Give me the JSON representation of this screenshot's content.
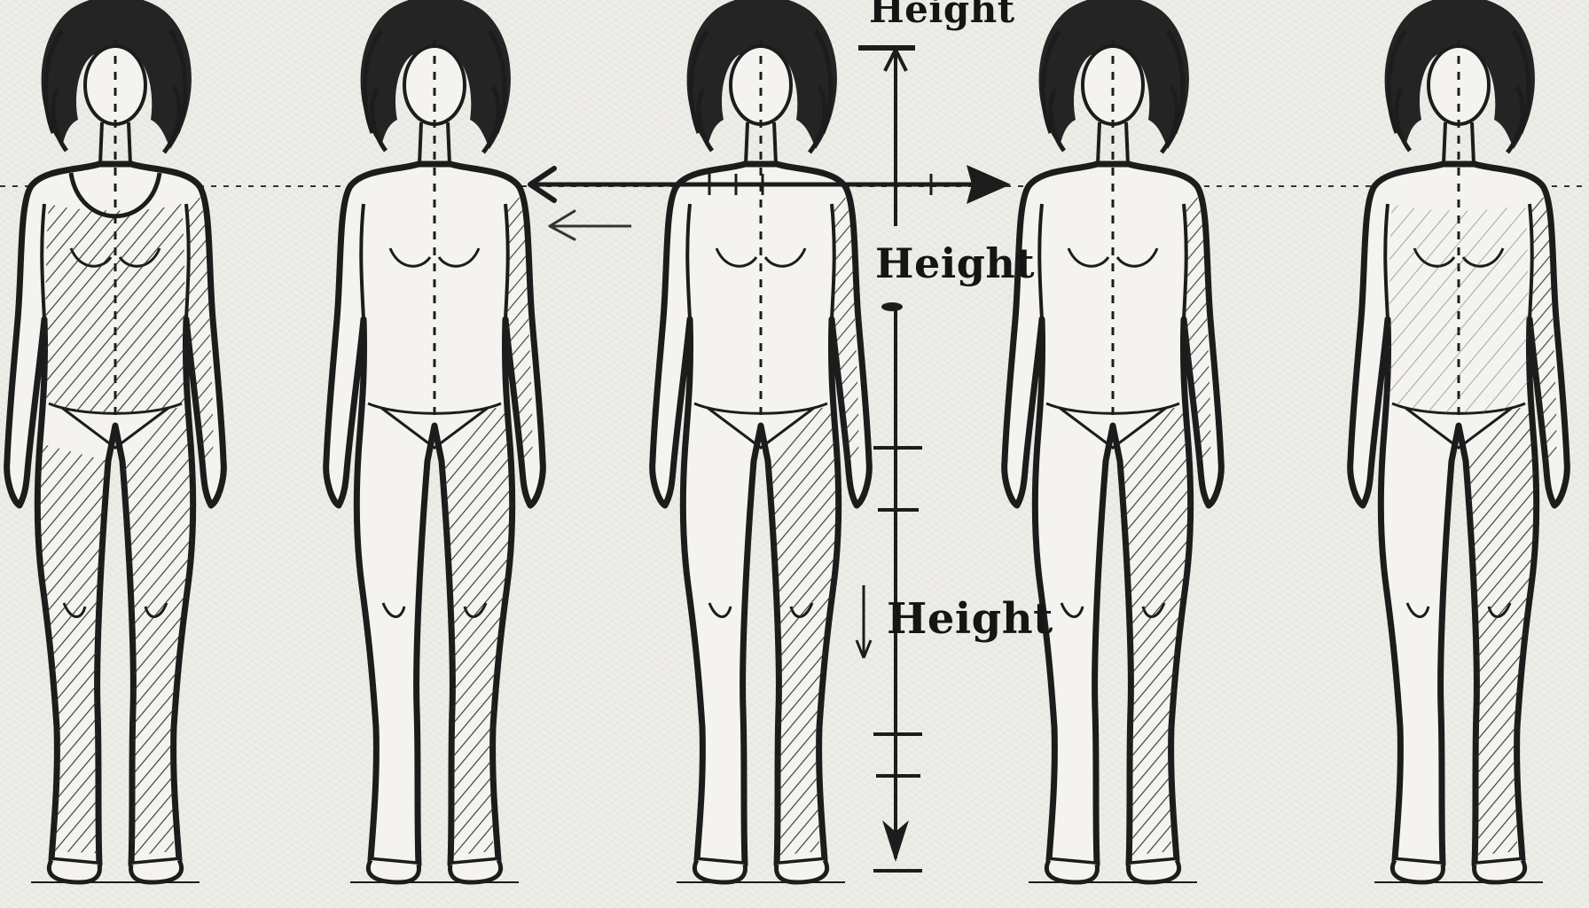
{
  "labels": {
    "top": "Height",
    "middle": "Height",
    "lower": "Height"
  },
  "colors": {
    "paper": "#eeede8",
    "ink": "#1c1c1c"
  },
  "figures": [
    {
      "id": "figure-1",
      "style": "fully-hatched"
    },
    {
      "id": "figure-2",
      "style": "leg-hatched"
    },
    {
      "id": "figure-3",
      "style": "leg-hatched"
    },
    {
      "id": "figure-4",
      "style": "leg-hatched"
    },
    {
      "id": "figure-5",
      "style": "light-hatched"
    }
  ]
}
